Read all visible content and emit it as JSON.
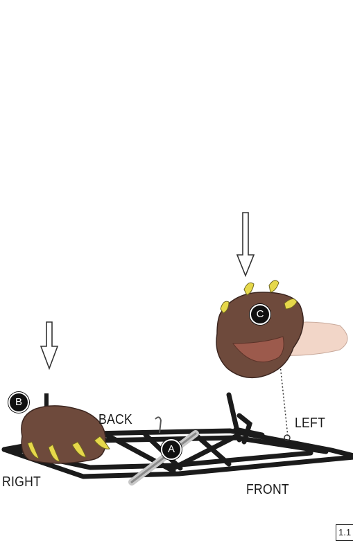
{
  "labels": {
    "back": "BACK",
    "left": "LEFT",
    "right": "RIGHT",
    "front": "FRONT"
  },
  "callouts": {
    "a": "A",
    "b": "B",
    "c": "C"
  },
  "page_number": "1.1",
  "colors": {
    "frame": "#1b1b1b",
    "paw": "#6e4a3c",
    "claw": "#e6d84a",
    "badge": "#111111"
  },
  "icons": [
    "down-arrow-icon",
    "down-arrow-icon"
  ]
}
